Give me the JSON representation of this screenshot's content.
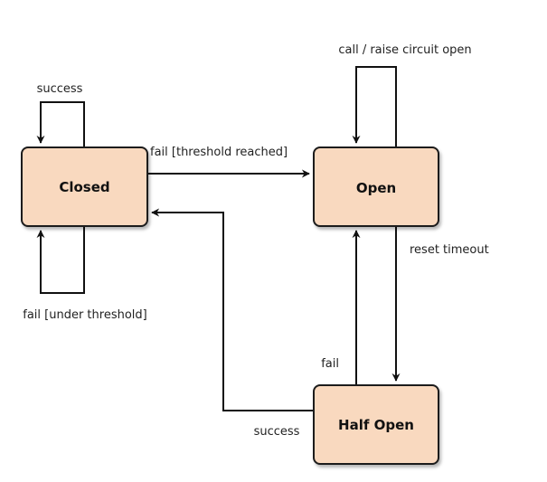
{
  "states": {
    "closed": "Closed",
    "open": "Open",
    "half_open": "Half Open"
  },
  "transitions": {
    "closed_success": "success",
    "closed_to_open": "fail [threshold reached]",
    "closed_fail": "fail [under threshold]",
    "open_call": "call / raise circuit open",
    "open_to_half_open": "reset timeout",
    "half_open_to_open": "fail",
    "half_open_to_closed": "success"
  },
  "colors": {
    "state_fill": "#f9d9bf",
    "stroke": "#111111"
  }
}
